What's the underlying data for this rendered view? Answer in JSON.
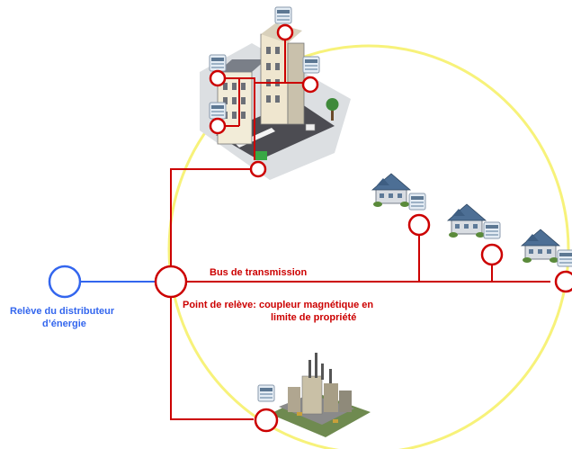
{
  "labels": {
    "bus": "Bus de transmission",
    "point_line1": "Point de relève: coupleur magnétique en",
    "point_line2": "limite de propriété",
    "distributor_line1": "Relève du distributeur",
    "distributor_line2": "d’énergie"
  },
  "colors": {
    "network": "#cc0000",
    "distributor": "#3366ee",
    "ring": "#f7f27a",
    "node_fill": "#ffffff",
    "label_red": "#cc0000",
    "label_blue": "#3366ee"
  },
  "icons": {
    "building": "apartment-block-icon",
    "house": "house-icon",
    "meter": "electric-meter-icon",
    "factory": "factory-icon"
  }
}
